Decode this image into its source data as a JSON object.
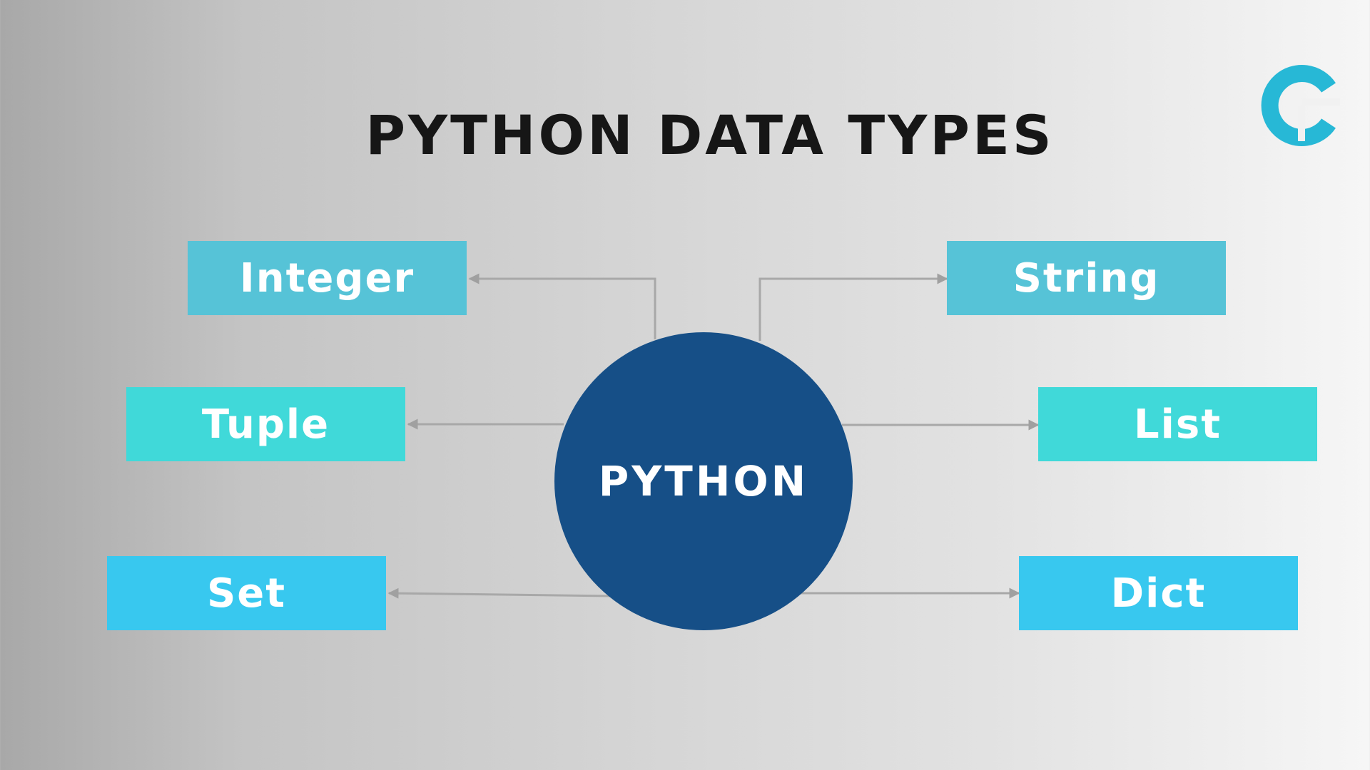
{
  "title": "PYTHON DATA TYPES",
  "center": {
    "label": "PYTHON",
    "color": "#164f87"
  },
  "nodes": [
    {
      "id": "integer",
      "label": "Integer",
      "color": "#56c3d7"
    },
    {
      "id": "string",
      "label": "String",
      "color": "#56c3d7"
    },
    {
      "id": "tuple",
      "label": "Tuple",
      "color": "#40d9d9"
    },
    {
      "id": "list",
      "label": "List",
      "color": "#40d9d9"
    },
    {
      "id": "set",
      "label": "Set",
      "color": "#38c8ef"
    },
    {
      "id": "dict",
      "label": "Dict",
      "color": "#38c8ef"
    }
  ],
  "edges": [
    {
      "from": "python",
      "to": "integer"
    },
    {
      "from": "python",
      "to": "string"
    },
    {
      "from": "python",
      "to": "tuple"
    },
    {
      "from": "python",
      "to": "list"
    },
    {
      "from": "python",
      "to": "set"
    },
    {
      "from": "python",
      "to": "dict"
    }
  ],
  "logo": {
    "icon": "brand-ring-logo-icon",
    "color": "#27b8d6"
  }
}
